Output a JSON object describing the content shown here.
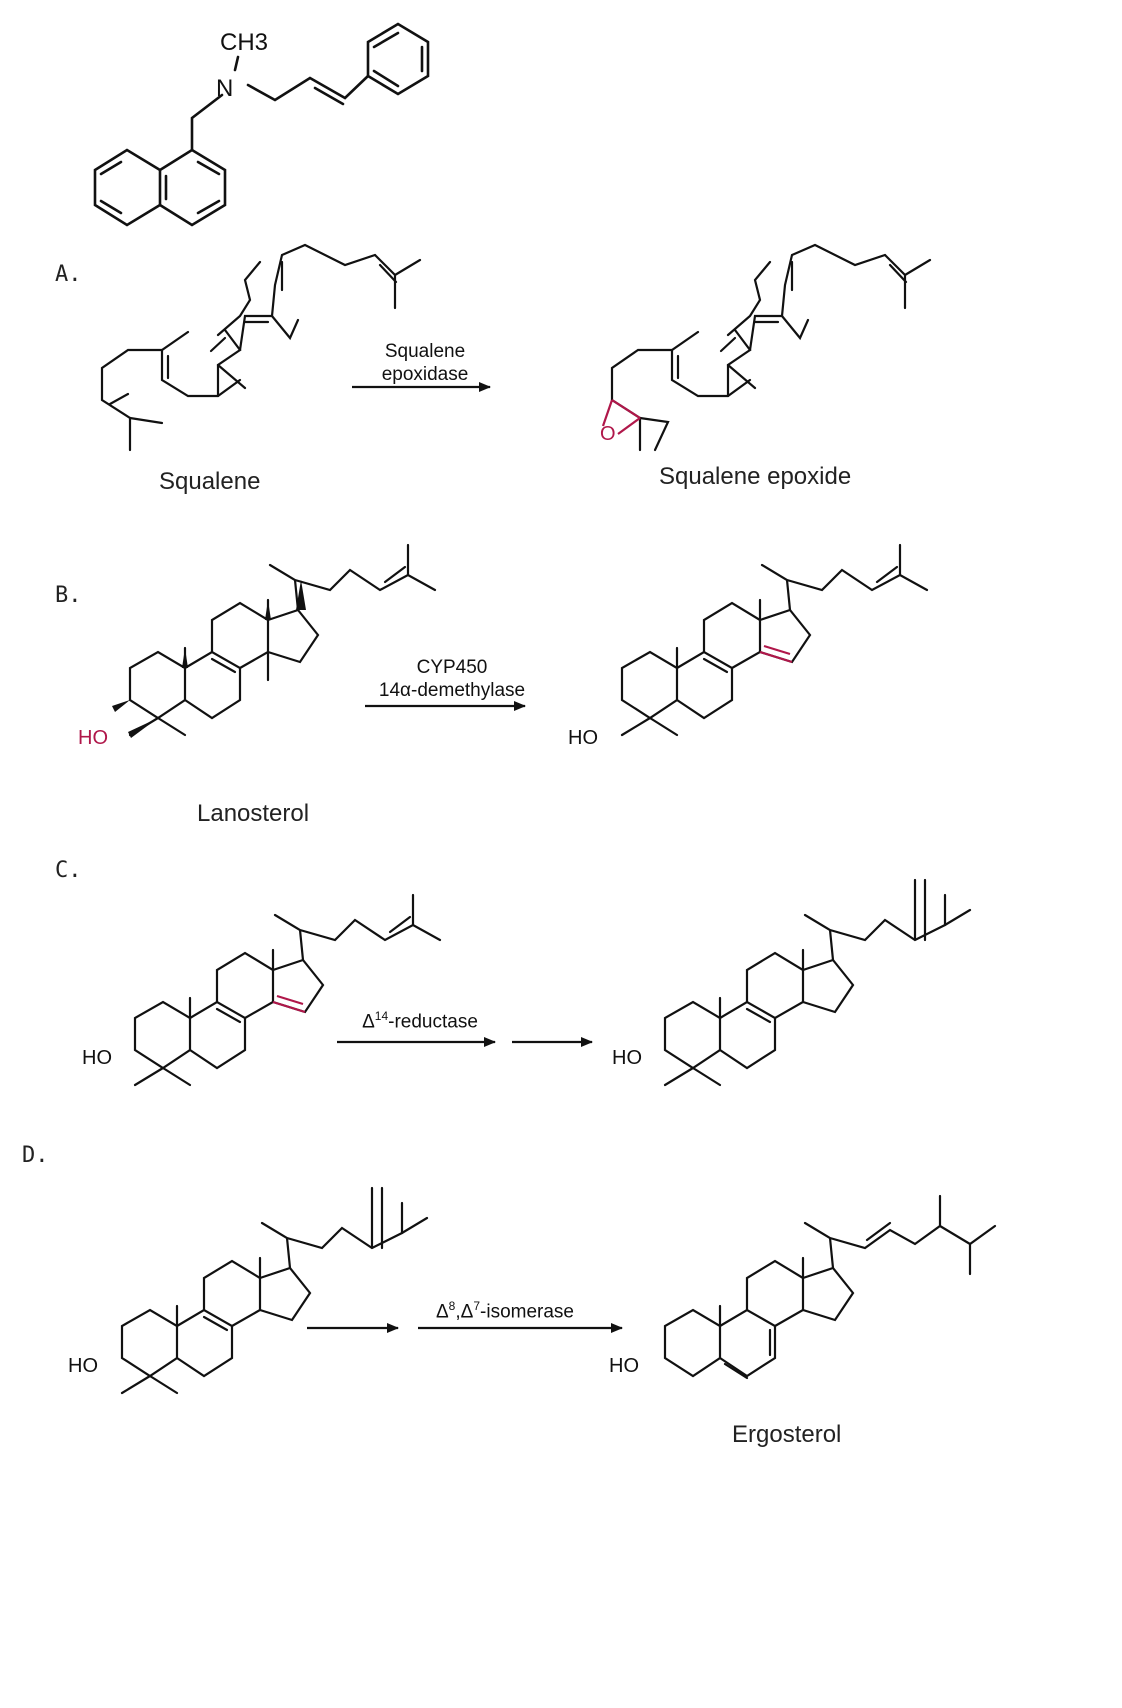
{
  "options": {
    "a": "A.",
    "b": "B.",
    "c": "C.",
    "d": "D."
  },
  "drug": {
    "methyl": "CH3",
    "nitrogen": "N"
  },
  "panel_a": {
    "left_label": "Squalene",
    "right_label": "Squalene epoxide",
    "enzyme_line1": "Squalene",
    "enzyme_line2": "epoxidase",
    "oxygen": "O"
  },
  "panel_b": {
    "left_label": "Lanosterol",
    "enzyme_line1": "CYP450",
    "enzyme_line2": "14α-demethylase",
    "hydroxyl": "HO"
  },
  "panel_c": {
    "enzyme_delta": "Δ",
    "enzyme_sup": "14",
    "enzyme_rest": "-reductase",
    "hydroxyl": "HO"
  },
  "panel_d": {
    "enzyme_delta1": "Δ",
    "enzyme_sup1": "8",
    "enzyme_mid": ",Δ",
    "enzyme_sup2": "7",
    "enzyme_rest": "-isomerase",
    "right_label": "Ergosterol",
    "hydroxyl": "HO"
  },
  "colors": {
    "bond": "#111111",
    "highlight": "#b0174a"
  }
}
